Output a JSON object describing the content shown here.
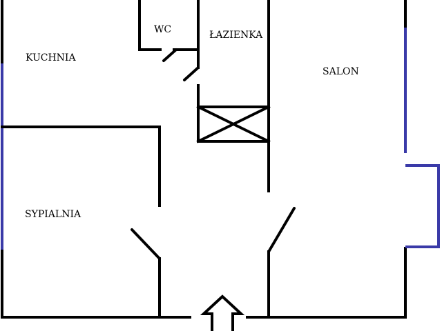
{
  "plan": {
    "rooms": {
      "kuchnia": "KUCHNIA",
      "wc": "WC",
      "lazienka": "ŁAZIENKA",
      "salon": "SALON",
      "sypialnia": "SYPIALNIA"
    },
    "colors": {
      "wall": "#000000",
      "window": "#3a3aa8",
      "background": "#ffffff"
    },
    "icons": {
      "entrance": "entrance-arrow-icon",
      "shaft": "ventilation-shaft-icon"
    }
  }
}
